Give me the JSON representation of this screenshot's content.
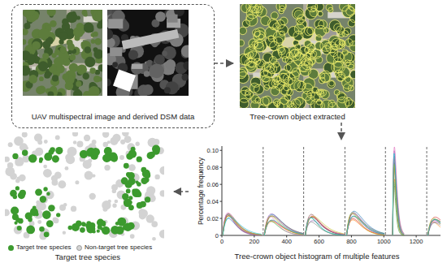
{
  "diagram": {
    "nodes": [
      {
        "text": [
          "UAV multispectral image and derived DSM data"
        ]
      },
      {
        "text": [
          "Tree-crown object extracted"
        ]
      },
      {
        "text": [
          "Tree-crown object histogram of multiple features"
        ]
      },
      {
        "text": [
          "Target tree species"
        ]
      }
    ],
    "edges": [
      {
        "from": 0,
        "to": 1,
        "arrow": "to"
      },
      {
        "from": 1,
        "to": 2,
        "arrow": "to"
      },
      {
        "from": 2,
        "to": 3,
        "arrow": "to"
      }
    ],
    "labels": [
      "Percentage frequency",
      "0.10",
      "0.08",
      "0.06",
      "0.04",
      "0.02",
      "0",
      "0",
      "200",
      "400",
      "600",
      "800",
      "1000",
      "1200"
    ],
    "legend": [
      {
        "text": "Target tree species",
        "color": "#3c9a2e"
      },
      {
        "text": "Non-target tree species",
        "color": "#d3d3d3"
      }
    ]
  }
}
